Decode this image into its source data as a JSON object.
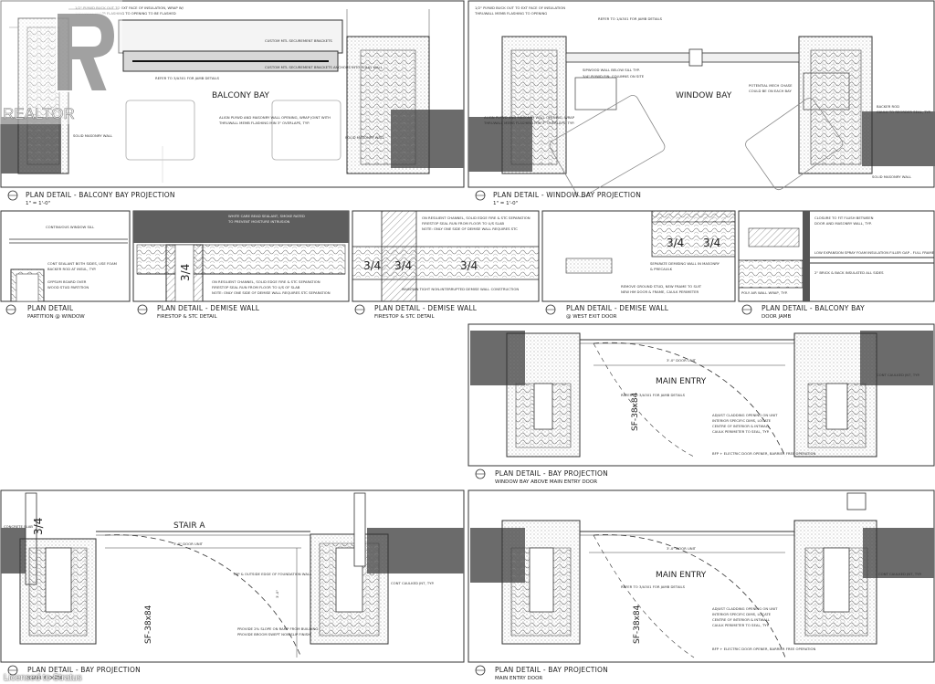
{
  "watermark": {
    "brand": "REALTOR",
    "credit": "Licensed to Stratus"
  },
  "drawing": {
    "main_entry_label": "MAIN ENTRY",
    "stair_label": "STAIR A",
    "balcony_bay_label": "BALCONY BAY",
    "window_bay_label": "WINDOW BAY",
    "door_tag": "SF-38x84",
    "fraction": "3/4",
    "dim_door": "3'-0\" DOOR UNIT",
    "dim_misc": "3'-0\""
  },
  "details": [
    {
      "id": "d1",
      "title": "PLAN DETAIL - BALCONY BAY PROJECTION",
      "subtitle": "1\" = 1'-0\""
    },
    {
      "id": "d2",
      "title": "PLAN DETAIL - WINDOW BAY PROJECTION",
      "subtitle": "1\" = 1'-0\""
    },
    {
      "id": "d3",
      "title": "PLAN DETAIL",
      "subtitle": "PARTITION @ WINDOW"
    },
    {
      "id": "d4",
      "title": "PLAN DETAIL - DEMISE WALL",
      "subtitle": "FIRESTOP & STC DETAIL"
    },
    {
      "id": "d5",
      "title": "PLAN DETAIL - DEMISE WALL",
      "subtitle": "FIRESTOP & STC DETAIL"
    },
    {
      "id": "d6",
      "title": "PLAN DETAIL - DEMISE WALL",
      "subtitle": "@ WEST EXIT DOOR"
    },
    {
      "id": "d7",
      "title": "PLAN DETAIL - BALCONY BAY",
      "subtitle": "DOOR JAMB"
    },
    {
      "id": "d8",
      "title": "PLAN DETAIL - BAY PROJECTION",
      "subtitle": "WINDOW BAY ABOVE MAIN ENTRY DOOR"
    },
    {
      "id": "d9",
      "title": "PLAN DETAIL - BAY PROJECTION",
      "subtitle": "STAIR A DOOR"
    },
    {
      "id": "d10",
      "title": "PLAN DETAIL - BAY PROJECTION",
      "subtitle": "MAIN ENTRY DOOR"
    }
  ]
}
